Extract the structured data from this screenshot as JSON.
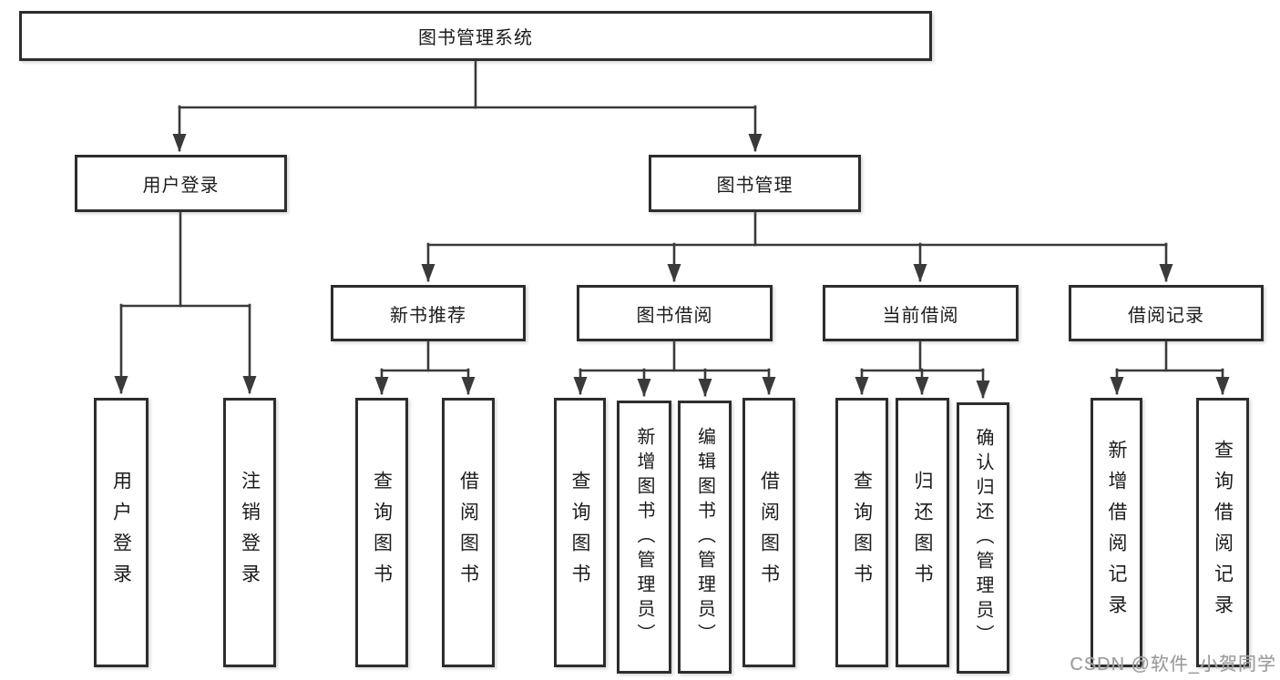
{
  "diagram": {
    "title": "图书管理系统",
    "watermark": "CSDN @软件_小贺同学",
    "colors": {
      "line": "#3a3a3a",
      "box_border": "#2d2d2d",
      "text": "#1b1b1b",
      "background": "#ffffff",
      "watermark": "#9b9b9b"
    },
    "nodes": [
      {
        "id": "root",
        "label": "图书管理系统"
      },
      {
        "id": "user-login",
        "label": "用户登录"
      },
      {
        "id": "book-mgmt",
        "label": "图书管理"
      },
      {
        "id": "new-book-rec",
        "label": "新书推荐"
      },
      {
        "id": "book-borrow",
        "label": "图书借阅"
      },
      {
        "id": "current-borrow",
        "label": "当前借阅"
      },
      {
        "id": "borrow-records",
        "label": "借阅记录"
      },
      {
        "id": "leaf-user-login",
        "label": "用户登录"
      },
      {
        "id": "leaf-logout",
        "label": "注销登录"
      },
      {
        "id": "leaf-nbr-query",
        "label": "查询图书"
      },
      {
        "id": "leaf-nbr-borrow",
        "label": "借阅图书"
      },
      {
        "id": "leaf-bb-query",
        "label": "查询图书"
      },
      {
        "id": "leaf-bb-add",
        "label": "新增图书（管理员）"
      },
      {
        "id": "leaf-bb-edit",
        "label": "编辑图书（管理员）"
      },
      {
        "id": "leaf-bb-borrow",
        "label": "借阅图书"
      },
      {
        "id": "leaf-cb-query",
        "label": "查询图书"
      },
      {
        "id": "leaf-cb-return",
        "label": "归还图书"
      },
      {
        "id": "leaf-cb-confirm",
        "label": "确认归还（管理员）"
      },
      {
        "id": "leaf-br-add",
        "label": "新增借阅记录"
      },
      {
        "id": "leaf-br-query",
        "label": "查询借阅记录"
      }
    ],
    "edges": [
      [
        "root",
        "user-login"
      ],
      [
        "root",
        "book-mgmt"
      ],
      [
        "user-login",
        "leaf-user-login"
      ],
      [
        "user-login",
        "leaf-logout"
      ],
      [
        "book-mgmt",
        "new-book-rec"
      ],
      [
        "book-mgmt",
        "book-borrow"
      ],
      [
        "book-mgmt",
        "current-borrow"
      ],
      [
        "book-mgmt",
        "borrow-records"
      ],
      [
        "new-book-rec",
        "leaf-nbr-query"
      ],
      [
        "new-book-rec",
        "leaf-nbr-borrow"
      ],
      [
        "book-borrow",
        "leaf-bb-query"
      ],
      [
        "book-borrow",
        "leaf-bb-add"
      ],
      [
        "book-borrow",
        "leaf-bb-edit"
      ],
      [
        "book-borrow",
        "leaf-bb-borrow"
      ],
      [
        "current-borrow",
        "leaf-cb-query"
      ],
      [
        "current-borrow",
        "leaf-cb-return"
      ],
      [
        "current-borrow",
        "leaf-cb-confirm"
      ],
      [
        "borrow-records",
        "leaf-br-add"
      ],
      [
        "borrow-records",
        "leaf-br-query"
      ]
    ]
  }
}
